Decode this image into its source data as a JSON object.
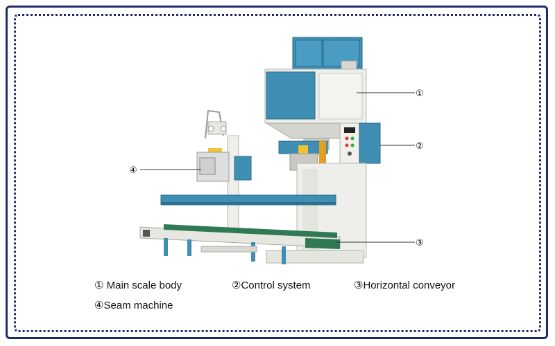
{
  "callouts": [
    {
      "id": "c1",
      "number": "①"
    },
    {
      "id": "c2",
      "number": "②"
    },
    {
      "id": "c3",
      "number": "③"
    },
    {
      "id": "c4",
      "number": "④"
    }
  ],
  "legend": [
    "① Main scale body",
    "②Control system",
    "③Horizontal conveyor",
    "④Seam machine"
  ],
  "colors": {
    "frame": "#1e2a6e",
    "cabinet_blue": "#3f8fb5",
    "frame_white": "#eeeeea",
    "conveyor_belt": "#2f7a55"
  }
}
